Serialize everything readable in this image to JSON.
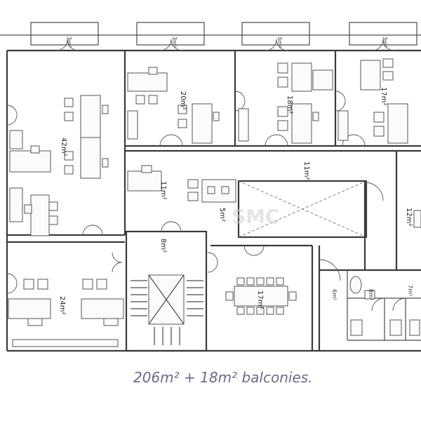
{
  "rooms": {
    "balcony_1": "3m²",
    "balcony_2": "3m²",
    "balcony_3": "3m²",
    "balcony_4": "3m²",
    "office_large": "42m²",
    "office_20": "20m²",
    "office_18": "18m²",
    "office_17a": "17m²",
    "corridor": "11m²",
    "kitchen": "11m²",
    "lift_hall": "5m²",
    "room_12": "12m²",
    "landing": "8m²",
    "office_24": "24m²",
    "meeting": "17m²",
    "shower": "6m²",
    "wc_1": "8m²",
    "wc_2": "7m²"
  },
  "watermark": "SMC",
  "handwritten_note": "206m² + 18m² balconies."
}
